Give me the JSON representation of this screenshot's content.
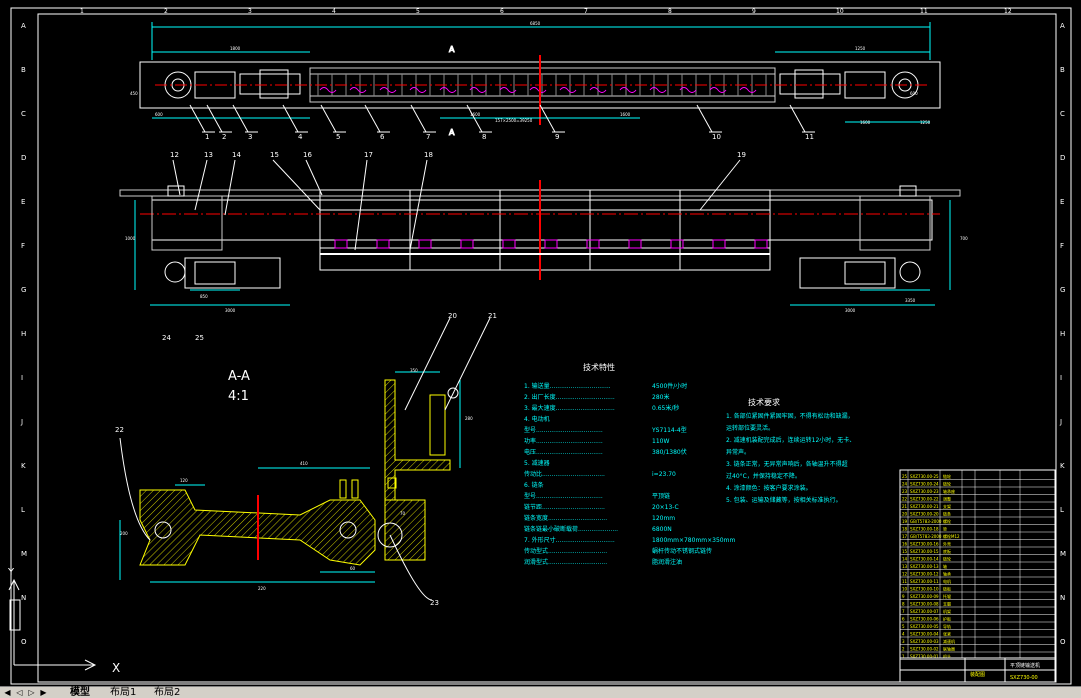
{
  "section": {
    "title": "A-A",
    "scale": "4:1",
    "view_mark": "A"
  },
  "tech_params_title": "技术特性",
  "tech_params": [
    {
      "k": "1. 输送量................................",
      "v": "4500件/小时"
    },
    {
      "k": "2. 出厂长度...............................",
      "v": "280米"
    },
    {
      "k": "3. 最大速度...............................",
      "v": "0.65米/秒"
    },
    {
      "k": "4. 电动机",
      "v": ""
    },
    {
      "k": "   型号...................................",
      "v": "YS7114-4型"
    },
    {
      "k": "   功率...................................",
      "v": "110W"
    },
    {
      "k": "   电压...................................",
      "v": "380/1380伏"
    },
    {
      "k": "5. 减速器",
      "v": ""
    },
    {
      "k": "   传动比.................................",
      "v": "i=23.70"
    },
    {
      "k": "6. 链条",
      "v": ""
    },
    {
      "k": "   型号...................................",
      "v": "平顶链"
    },
    {
      "k": "   链节距.................................",
      "v": "20×13-C"
    },
    {
      "k": "   链条宽度...............................",
      "v": "120mm"
    },
    {
      "k": "   链条链最小破断载荷.....................",
      "v": "6800N"
    },
    {
      "k": "7. 外形尺寸...............................",
      "v": "1800mm×780mm×350mm"
    },
    {
      "k": "   传动型式...............................",
      "v": "蜗杆传动不锈钢式链传"
    },
    {
      "k": "   润滑型式...............................",
      "v": "脂润滑注油"
    }
  ],
  "tech_req_title": "技术要求",
  "tech_req": [
    "1. 各部位紧固件紧固牢固，不得有松动和缺漏，",
    "运转部位要灵活。",
    "2. 减速机装配完成后，连续运转12小时，无卡、",
    "异常声。",
    "3. 链条正常，无异常声响后，各轴温升不得超",
    "过40°C，并保持稳定不降。",
    "4. 涂漆颜色：按客户要求涂装。",
    "5. 包装、运输及储藏等，按相关标准执行。"
  ],
  "callouts_top": [
    "1",
    "2",
    "3",
    "4",
    "5",
    "6",
    "7",
    "8",
    "9",
    "10",
    "11"
  ],
  "callouts_mid": [
    "12",
    "13",
    "14",
    "15",
    "16",
    "17",
    "18",
    "19"
  ],
  "callouts_bottom": [
    "20",
    "21",
    "22",
    "23",
    "24",
    "25"
  ],
  "dims_top": [
    "6850",
    "1800",
    "1250",
    "600",
    "450",
    "1600",
    "1600",
    "1600",
    "157×2500=39250",
    "1250",
    "600"
  ],
  "dims_mid": [
    "1000",
    "3000",
    "3000",
    "700",
    "3350",
    "850"
  ],
  "dims_sec": [
    "120",
    "410",
    "220",
    "200",
    "350",
    "60",
    "280",
    "70"
  ],
  "border_letters_left": [
    "A",
    "B",
    "C",
    "D",
    "E",
    "F",
    "G",
    "H",
    "I",
    "J",
    "K",
    "L",
    "M",
    "N",
    "O"
  ],
  "border_numbers_top": [
    "1",
    "2",
    "3",
    "4",
    "5",
    "6",
    "7",
    "8",
    "9",
    "10",
    "11",
    "12"
  ],
  "bom_rows": [
    {
      "no": "25",
      "code": "SXZ730.00-25",
      "name": "链轮"
    },
    {
      "no": "24",
      "code": "SXZ730.00-24",
      "name": "链轮"
    },
    {
      "no": "23",
      "code": "SXZ730.00-23",
      "name": "轴承座"
    },
    {
      "no": "22",
      "code": "SXZ730.00-22",
      "name": "调整"
    },
    {
      "no": "21",
      "code": "SXZ730.00-21",
      "name": "支架"
    },
    {
      "no": "20",
      "code": "SXZ730.00-20",
      "name": "链条"
    },
    {
      "no": "19",
      "code": "GB/T5783-2000",
      "name": "螺栓"
    },
    {
      "no": "18",
      "code": "SXZ730.00-18",
      "name": "垫"
    },
    {
      "no": "17",
      "code": "GB/T5783-2000",
      "name": "螺栓M12"
    },
    {
      "no": "16",
      "code": "SXZ730.00-16",
      "name": "外壳"
    },
    {
      "no": "15",
      "code": "SXZ730.00-15",
      "name": "底板"
    },
    {
      "no": "14",
      "code": "SXZ730.00-14",
      "name": "链轮"
    },
    {
      "no": "13",
      "code": "SXZ730.00-13",
      "name": "轴"
    },
    {
      "no": "12",
      "code": "SXZ730.00-12",
      "name": "轴承"
    },
    {
      "no": "11",
      "code": "SXZ730.00-11",
      "name": "电机"
    },
    {
      "no": "10",
      "code": "SXZ730.00-10",
      "name": "链板"
    },
    {
      "no": "9",
      "code": "SXZ730.00-09",
      "name": "托辊"
    },
    {
      "no": "8",
      "code": "SXZ730.00-08",
      "name": "支腿"
    },
    {
      "no": "7",
      "code": "SXZ730.00-07",
      "name": "机架"
    },
    {
      "no": "6",
      "code": "SXZ730.00-06",
      "name": "护板"
    },
    {
      "no": "5",
      "code": "SXZ730.00-05",
      "name": "导轨"
    },
    {
      "no": "4",
      "code": "SXZ730.00-04",
      "name": "张紧"
    },
    {
      "no": "3",
      "code": "SXZ730.00-03",
      "name": "减速机"
    },
    {
      "no": "2",
      "code": "SXZ730.00-02",
      "name": "联轴器"
    },
    {
      "no": "1",
      "code": "SXZ730.00-01",
      "name": "机头"
    }
  ],
  "title_block": {
    "name": "平顶链输送机",
    "drawing_no": "SXZ730-00",
    "label": "装配图"
  },
  "ucs": {
    "x": "X",
    "y": "Y"
  },
  "tabs": {
    "model": "模型",
    "layout1": "布局1",
    "layout2": "布局2"
  },
  "colors": {
    "bg": "#000000",
    "line": "#ffffff",
    "cyan": "#00ffff",
    "yellow": "#ffff00",
    "red": "#ff0000",
    "magenta": "#ff00ff",
    "green": "#00ff00"
  }
}
